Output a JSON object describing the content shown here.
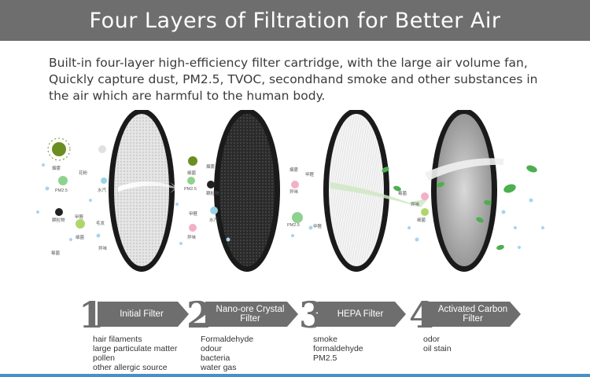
{
  "banner": {
    "title": "Four Layers of Filtration for Better Air"
  },
  "intro": "Built-in four-layer high-efficiency filter cartridge, with the large air volume fan, Quickly capture dust, PM2.5, TVOC, secondhand smoke and other substances in the air which are harmful to the human body.",
  "pollutants": {
    "left": [
      "烟雾",
      "花粉",
      "PM2.5",
      "水汽",
      "颗粒物",
      "甲醛",
      "毛发",
      "霉菌",
      "异味",
      "细菌"
    ],
    "after_first": [
      "细菌",
      "烟雾",
      "PM2.5",
      "颗粒物",
      "甲醛",
      "水汽",
      "异味"
    ],
    "after_second": [
      "甲醛",
      "烟雾",
      "异味",
      "PM2.5"
    ],
    "after_third": [
      "甲醛",
      "异味",
      "细菌",
      "霉菌"
    ]
  },
  "steps": [
    {
      "num": "1",
      "label": "Initial Filter",
      "items": [
        "hair filaments",
        "large particulate matter",
        "pollen",
        "other allergic source"
      ]
    },
    {
      "num": "2",
      "label": "Nano-ore Crystal Filter",
      "items": [
        "Formaldehyde",
        "odour",
        "bacteria",
        "water gas"
      ]
    },
    {
      "num": "3",
      "label": "HEPA Filter",
      "items": [
        "smoke",
        "formaldehyde",
        "PM2.5"
      ]
    },
    {
      "num": "4",
      "label": "Activated Carbon Filter",
      "items": [
        "odor",
        "oil stain"
      ]
    }
  ],
  "colors": {
    "banner": "#6e6e6e",
    "bottom_rule": "#4a90c8",
    "filter_frame": "#1a1a1a"
  }
}
